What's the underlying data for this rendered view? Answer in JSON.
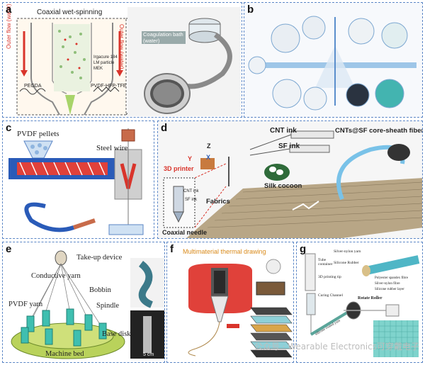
{
  "panels": {
    "a": {
      "label": "a",
      "title": "Coaxial wet-spinning",
      "outer_flow_left": "Outer flow (water)",
      "outer_flow_right": "Outer flow (water)",
      "legend": [
        "Irgacure 184",
        "LM particle",
        "MEK"
      ],
      "left_material": "PEGDA",
      "right_material": "PVDF-HFP-TFE",
      "bath": "Coagulation bath (water)"
    },
    "b": {
      "label": "b"
    },
    "c": {
      "label": "c",
      "pellets": "PVDF pellets",
      "wire": "Steel wire"
    },
    "d": {
      "label": "d",
      "cnt_ink": "CNT ink",
      "sf_ink": "SF ink",
      "fiber": "CNTs@SF core-sheath fiber",
      "printer": "3D printer",
      "cocoon": "Silk cocoon",
      "fabrics": "Fabrics",
      "needle": "Coaxial needle",
      "axes": [
        "Z",
        "Y",
        "X"
      ],
      "needle_cnt": "CNT ink",
      "needle_sf": "SF ink"
    },
    "e": {
      "label": "e",
      "takeup": "Take-up device",
      "conductive": "Conductive yarn",
      "bobbin": "Bobbin",
      "pvdf_yarn": "PVDF yarn",
      "spindle": "Spindle",
      "base_disk": "Base disk",
      "machine_bed": "Machine bed",
      "scale": "5 cm"
    },
    "f": {
      "label": "f",
      "title": "Multimaterial thermal drawing"
    },
    "g": {
      "label": "g",
      "tube": "Tube container",
      "silver_nylon": "Silver-nylon yarn",
      "silicone": "Silicone Rubber",
      "printing_tip": "3D printing tip",
      "curing": "Curing Channel",
      "rotate": "Rotate Roller",
      "silicone_coated": "silicone coated yarn",
      "legend": [
        "Polyester spandex fibre",
        "Silver-nylon fibre",
        "Silicone rubber layer"
      ]
    }
  },
  "watermark": "公众号 · Wearable Electronics可穿戴电子",
  "colors": {
    "panel_border": "#5b86c6",
    "red": "#d9342b",
    "blue": "#2f5fb8",
    "teal": "#3fbfb0"
  }
}
